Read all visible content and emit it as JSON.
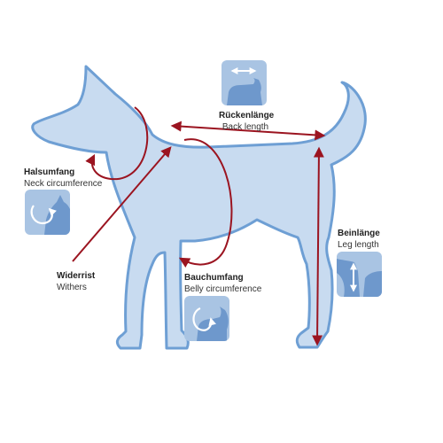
{
  "colors": {
    "body_fill": "#c8dbf0",
    "body_outline": "#6e9fd4",
    "arrow": "#9b1420",
    "icon_bg": "#a9c4e3",
    "icon_dog": "#6e98cc",
    "icon_arrow": "#ffffff"
  },
  "labels": {
    "back": {
      "de": "Rückenlänge",
      "en": "Back length"
    },
    "neck": {
      "de": "Halsumfang",
      "en": "Neck circumference"
    },
    "withers": {
      "de": "Widerrist",
      "en": "Withers"
    },
    "belly": {
      "de": "Bauchumfang",
      "en": "Belly circumference"
    },
    "leg": {
      "de": "Beinlänge",
      "en": "Leg length"
    }
  },
  "icons": {
    "back": "horizontal-double-arrow-icon",
    "neck": "circular-arrow-icon",
    "belly": "circular-arrow-icon",
    "leg": "vertical-double-arrow-icon"
  }
}
